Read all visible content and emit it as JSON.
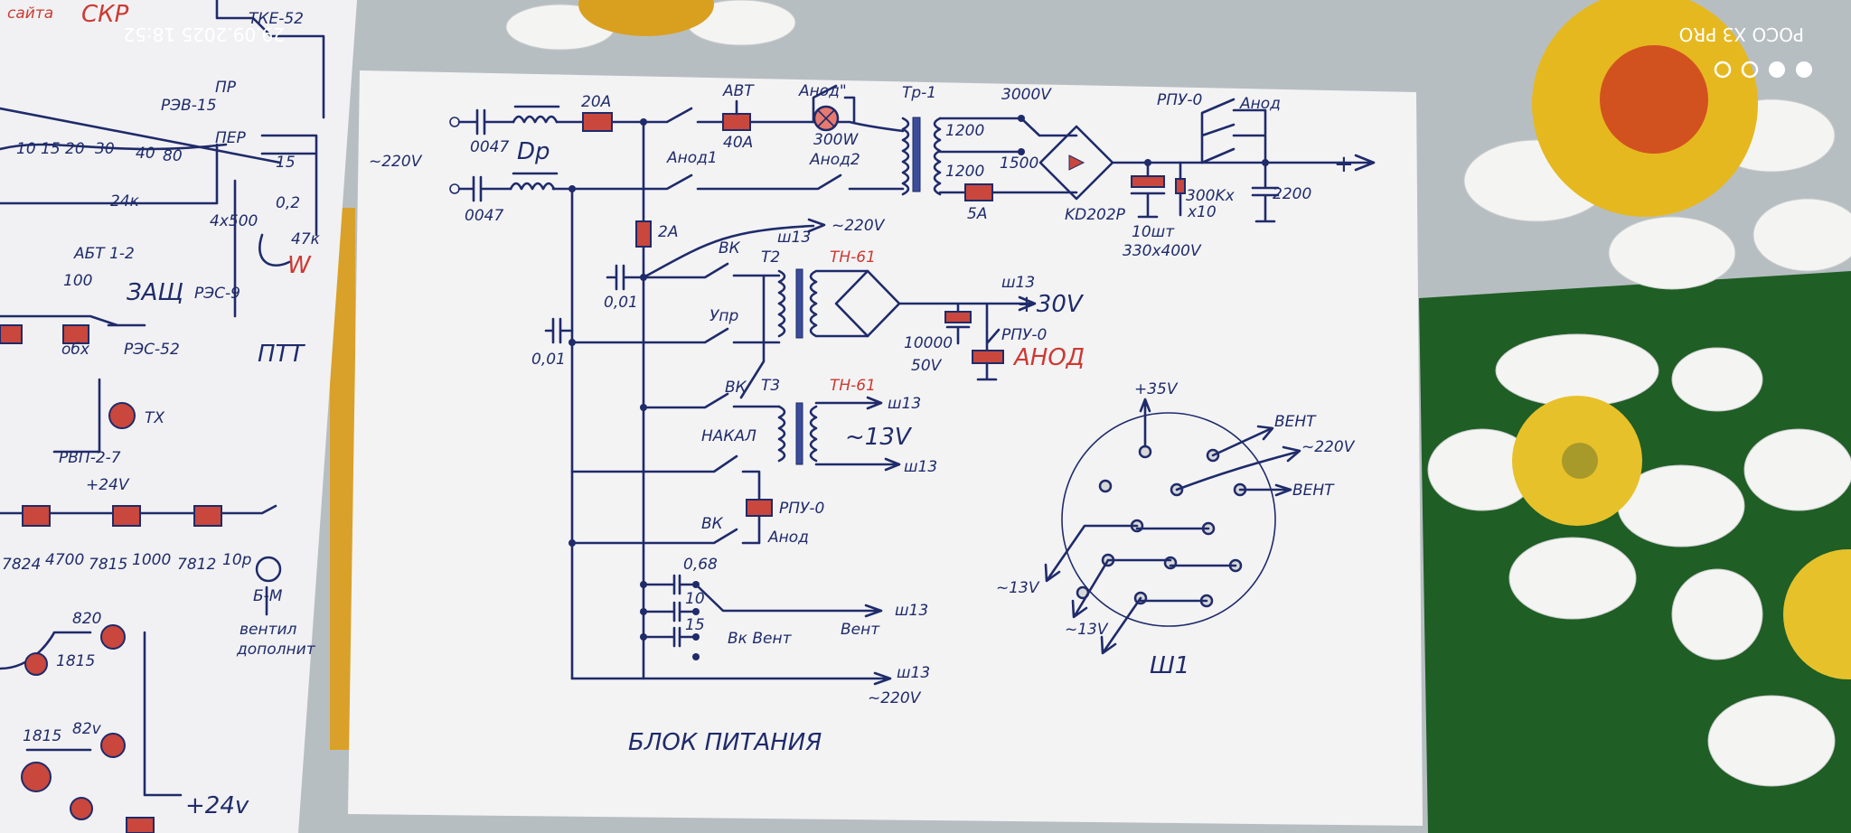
{
  "watermark": {
    "datetime": "29.09.2025 18:52",
    "device": "POCO X3 PRO"
  },
  "left_sheet": {
    "labels": [
      "сайта",
      "СКР",
      "ТКЕ-52",
      "ПР",
      "РЭВ-15",
      "ПЕР",
      "10",
      "15",
      "20",
      "30",
      "40",
      "80",
      "24к",
      "4x500",
      "15",
      "0,2",
      "47к",
      "W",
      "АБТ 1-2",
      "100",
      "ЗАЩ",
      "РЭС-9",
      "обх",
      "РЭС-52",
      "ПТТ",
      "ТХ",
      "РВП-2-7",
      "+24V",
      "7824",
      "4700",
      "7815",
      "1000",
      "7812",
      "10p",
      "Б-М",
      "вентил",
      "дополнит",
      "820",
      "1815",
      "82v",
      "1815",
      "+24v"
    ]
  },
  "schematic": {
    "title": "БЛОК ПИТАНИЯ",
    "mains": {
      "input": "~220V",
      "cap1": "0047",
      "cap2": "0047",
      "choke": "Dp",
      "fuse_main": "20A",
      "breaker_label": "АВТ",
      "fuse_breaker": "40A",
      "switch1": "Анод1",
      "lamp_switch": "Анод\"",
      "lamp": "300W",
      "switch2": "Анод2"
    },
    "hv": {
      "transformer": "Тр-1",
      "tap1": "1200",
      "tap2": "1200",
      "out_high": "3000V",
      "out_low": "1500",
      "fuse": "5A",
      "bridge": "KD202P",
      "caps_count": "10шт",
      "caps_value": "330x400V",
      "resistor_value": "300Kx",
      "resistor_count": "x10",
      "relay": "РПУ-0",
      "relay_contact": "Анод",
      "cap_out": "2200",
      "out_plus": "+"
    },
    "aux": {
      "fuse": "2A",
      "out_220": "~220V",
      "conn_220": "ш13",
      "cap_a": "0,01",
      "cap_b": "0,01",
      "sw1": "ВК",
      "ctrl": "Упр",
      "t2": "T2",
      "t2_type": "ТН-61",
      "out30": "+30V",
      "conn30": "ш13",
      "cap30": "10000",
      "cap30_v": "50V",
      "relay30": "РПУ-0",
      "relay30_label": "АНОД"
    },
    "heater": {
      "sw": "ВК",
      "t3": "T3",
      "t3_type": "ТН-61",
      "label": "НАКАЛ",
      "out13": "~13V",
      "conn_a": "ш13",
      "conn_b": "ш13",
      "relay": "РПУ-0",
      "sw2": "ВК",
      "anode": "Анод"
    },
    "fan": {
      "cap1": "0,68",
      "cap2": "10",
      "cap3": "15",
      "sw": "Вк Вент",
      "out": "Вент",
      "conn": "ш13",
      "bottom_conn": "ш13",
      "bottom_220": "~220V"
    },
    "connector": {
      "name": "Ш1",
      "pin_35": "+35V",
      "fan1": "ВЕНТ",
      "mains": "~220V",
      "fan2": "ВЕНТ",
      "h13a": "~13V",
      "h13b": "~13V"
    }
  },
  "colors": {
    "ink": "#1f2b6a",
    "fuse_red": "#c9473d",
    "paper": "#f3f3f4",
    "fabric": "#b7bec2",
    "leaf": "#1f6b2a"
  }
}
